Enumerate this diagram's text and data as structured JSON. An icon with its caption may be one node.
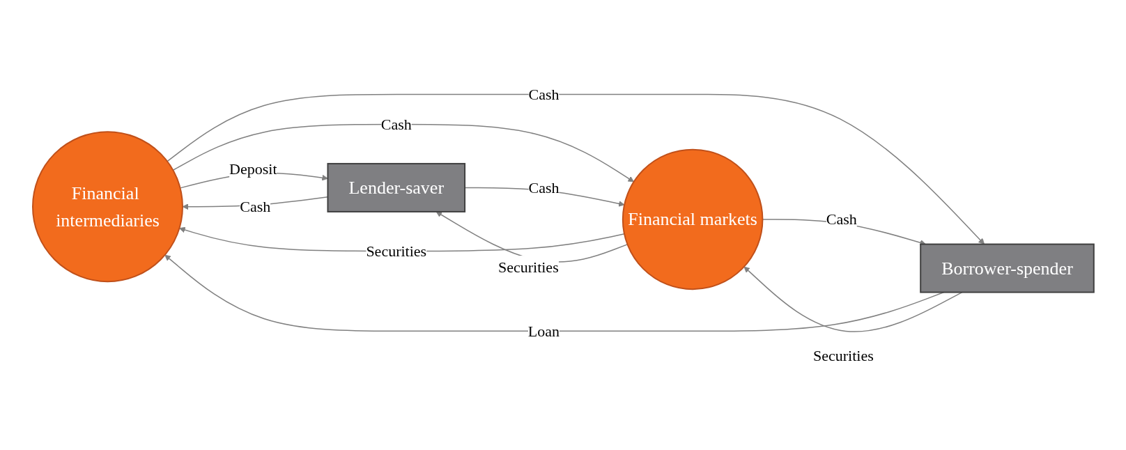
{
  "diagram": {
    "nodes": [
      {
        "text": [
          "Financial intermediaries"
        ]
      },
      {
        "text": [
          "Lender-saver"
        ]
      },
      {
        "text": [
          "Financial markets"
        ]
      },
      {
        "text": [
          "Borrower-spender"
        ]
      }
    ],
    "edges": [
      {
        "from": 1,
        "to": 0,
        "arrow": "to",
        "label": "Cash"
      },
      {
        "from": 0,
        "to": 1,
        "arrow": "to",
        "label": "Deposit"
      },
      {
        "from": 0,
        "to": 3,
        "arrow": "to",
        "label": "Cash"
      },
      {
        "from": 3,
        "to": 0,
        "arrow": "to",
        "label": "Loan"
      },
      {
        "from": 0,
        "to": 2,
        "arrow": "to",
        "label": "Cash"
      },
      {
        "from": 2,
        "to": 0,
        "arrow": "to",
        "label": "Securities"
      },
      {
        "from": 1,
        "to": 2,
        "arrow": "to",
        "label": "Cash"
      },
      {
        "from": 2,
        "to": 1,
        "arrow": "to",
        "label": "Securities"
      },
      {
        "from": 2,
        "to": 3,
        "arrow": "to",
        "label": "Cash"
      },
      {
        "from": 3,
        "to": 2,
        "arrow": "to",
        "label": "Securities"
      }
    ]
  }
}
